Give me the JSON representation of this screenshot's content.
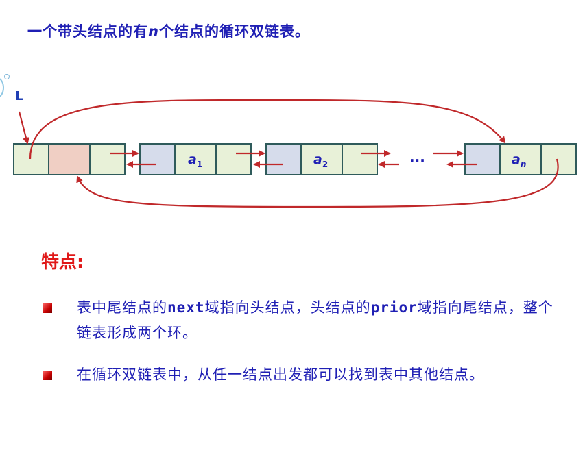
{
  "title": {
    "prefix": "一个带头结点的有",
    "n": "n",
    "suffix": "个结点的循环双链表。"
  },
  "diagram": {
    "pointer_label": "L",
    "nodes": [
      {
        "label": "a",
        "sub": "1"
      },
      {
        "label": "a",
        "sub": "2"
      },
      {
        "label": "a",
        "sub": "n"
      }
    ],
    "ellipsis": "···",
    "colors": {
      "data_cell": "#e8f1d8",
      "head_data": "#f0cfc4",
      "prior_cell": "#d6dceb",
      "border": "#2f5b5b",
      "arrow": "#c0282a"
    }
  },
  "features": {
    "heading": "特点:",
    "items": [
      {
        "before": "表中尾结点的",
        "kw1": "next",
        "mid": "域指向头结点，头结点的",
        "kw2": "prior",
        "after": "域指向尾结点，整个链表形成两个环。"
      },
      {
        "text": "在循环双链表中，从任一结点出发都可以找到表中其他结点。"
      }
    ]
  }
}
